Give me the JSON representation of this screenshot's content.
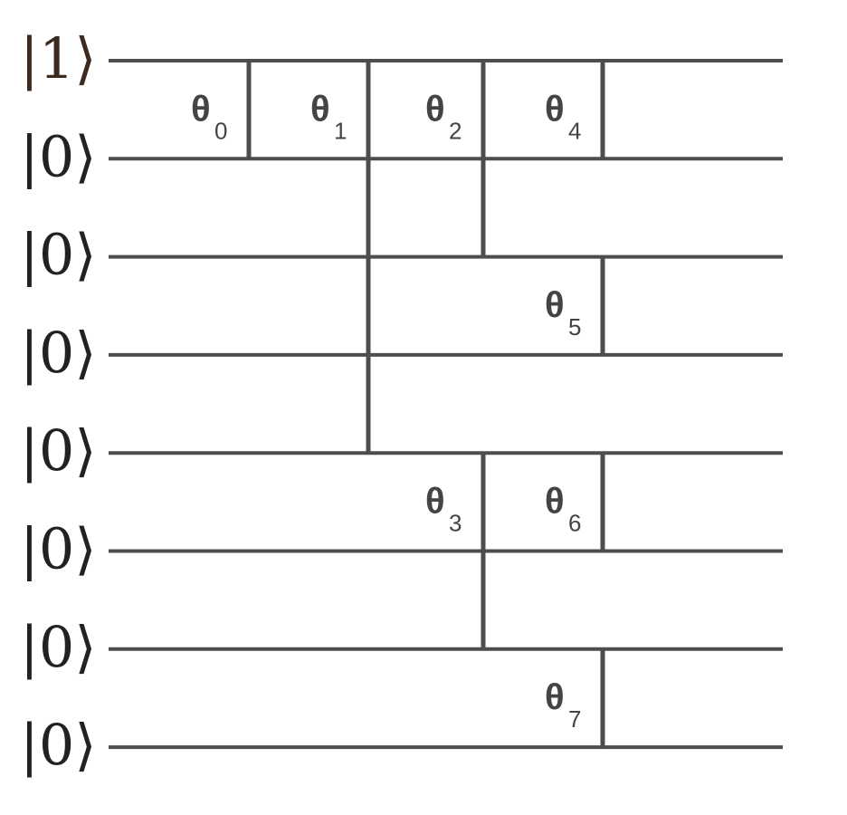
{
  "qubits": [
    {
      "state": "|1⟩",
      "color": "#3d2a1e"
    },
    {
      "state": "|0⟩",
      "color": "#222222"
    },
    {
      "state": "|0⟩",
      "color": "#222222"
    },
    {
      "state": "|0⟩",
      "color": "#222222"
    },
    {
      "state": "|0⟩",
      "color": "#222222"
    },
    {
      "state": "|0⟩",
      "color": "#222222"
    },
    {
      "state": "|0⟩",
      "color": "#222222"
    },
    {
      "state": "|0⟩",
      "color": "#222222"
    }
  ],
  "gates": [
    {
      "symbol": "θ",
      "index": "0",
      "column": 0,
      "from_qubit": 0,
      "to_qubit": 1
    },
    {
      "symbol": "θ",
      "index": "1",
      "column": 1,
      "from_qubit": 0,
      "to_qubit": 4
    },
    {
      "symbol": "θ",
      "index": "2",
      "column": 2,
      "from_qubit": 0,
      "to_qubit": 2
    },
    {
      "symbol": "θ",
      "index": "3",
      "column": 2,
      "from_qubit": 4,
      "to_qubit": 6
    },
    {
      "symbol": "θ",
      "index": "4",
      "column": 3,
      "from_qubit": 0,
      "to_qubit": 1
    },
    {
      "symbol": "θ",
      "index": "5",
      "column": 3,
      "from_qubit": 2,
      "to_qubit": 3
    },
    {
      "symbol": "θ",
      "index": "6",
      "column": 3,
      "from_qubit": 4,
      "to_qubit": 5
    },
    {
      "symbol": "θ",
      "index": "7",
      "column": 3,
      "from_qubit": 6,
      "to_qubit": 7
    }
  ],
  "colors": {
    "wire": "#4d4d4d",
    "label": "#444444"
  }
}
